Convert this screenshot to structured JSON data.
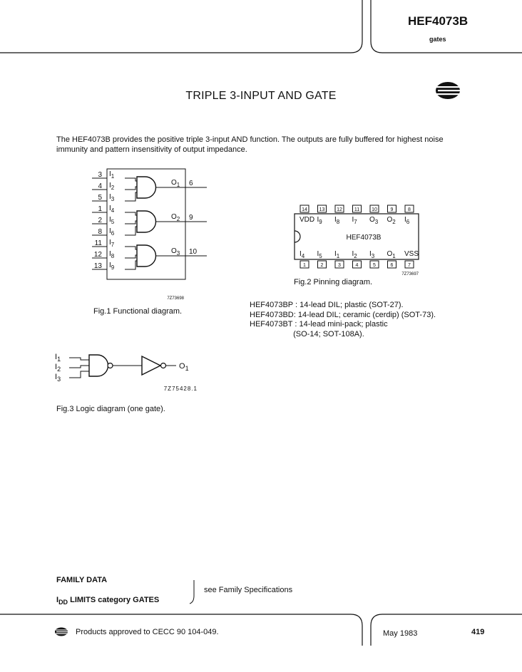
{
  "header": {
    "part_number": "HEF4073B",
    "category": "gates"
  },
  "title": "TRIPLE 3-INPUT AND GATE",
  "intro": "The HEF4073B provides the positive triple 3-input AND function. The outputs are fully buffered for highest noise immunity and pattern insensitivity of output impedance.",
  "fig1": {
    "caption": "Fig.1  Functional diagram.",
    "code": "7Z73698",
    "gates": [
      {
        "inputs": [
          {
            "pin": "3",
            "label": "I1"
          },
          {
            "pin": "4",
            "label": "I2"
          },
          {
            "pin": "5",
            "label": "I3"
          }
        ],
        "output": {
          "label": "O1",
          "pin": "6"
        }
      },
      {
        "inputs": [
          {
            "pin": "1",
            "label": "I4"
          },
          {
            "pin": "2",
            "label": "I5"
          },
          {
            "pin": "8",
            "label": "I6"
          }
        ],
        "output": {
          "label": "O2",
          "pin": "9"
        }
      },
      {
        "inputs": [
          {
            "pin": "11",
            "label": "I7"
          },
          {
            "pin": "12",
            "label": "I8"
          },
          {
            "pin": "13",
            "label": "I9"
          }
        ],
        "output": {
          "label": "O3",
          "pin": "10"
        }
      }
    ]
  },
  "fig2": {
    "caption": "Fig.2  Pinning diagram.",
    "code": "7Z73697",
    "chip_label": "HEF4073B",
    "top_pins": [
      "14",
      "13",
      "12",
      "11",
      "10",
      "9",
      "8"
    ],
    "top_signals": [
      "VDD",
      "I9",
      "I8",
      "I7",
      "O3",
      "O2",
      "I6"
    ],
    "bottom_pins": [
      "1",
      "2",
      "3",
      "4",
      "5",
      "6",
      "7"
    ],
    "bottom_signals": [
      "I4",
      "I5",
      "I1",
      "I2",
      "I3",
      "O1",
      "VSS"
    ]
  },
  "packages": [
    "HEF4073BP : 14-lead DIL; plastic (SOT-27).",
    "HEF4073BD: 14-lead DIL; ceramic (cerdip) (SOT-73).",
    "HEF4073BT : 14-lead mini-pack; plastic",
    "                    (SO-14; SOT-108A)."
  ],
  "fig3": {
    "caption": "Fig.3  Logic diagram (one gate).",
    "code": "7Z75428.1",
    "inputs": [
      "I1",
      "I2",
      "I3"
    ],
    "output": "O1"
  },
  "family": {
    "family_data": "FAMILY DATA",
    "idd_prefix": "I",
    "idd_sub": "DD",
    "idd_rest": " LIMITS category GATES",
    "see": "see Family Specifications"
  },
  "footer": {
    "approval": "Products approved to CECC 90 104-049.",
    "date": "May 1983",
    "page": "419"
  }
}
